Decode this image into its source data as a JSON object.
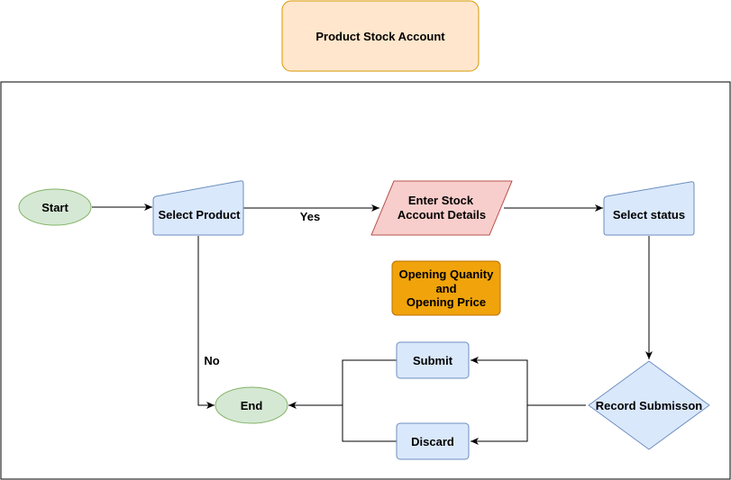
{
  "title": "Product Stock Account",
  "nodes": {
    "start": "Start",
    "select_product": "Select Product",
    "enter_details_line1": "Enter Stock",
    "enter_details_line2": "Account Details",
    "select_status": "Select status",
    "note_line1": "Opening Quanity",
    "note_line2": "and",
    "note_line3": "Opening Price",
    "record_submission": "Record Submisson",
    "submit": "Submit",
    "discard": "Discard",
    "end": "End"
  },
  "edge_labels": {
    "yes": "Yes",
    "no": "No"
  },
  "colors": {
    "title_fill": "#ffe6cc",
    "title_stroke": "#d79b00",
    "blue_fill": "#dae8fc",
    "blue_stroke": "#6c8ebf",
    "green_fill": "#d5e8d4",
    "green_stroke": "#82b366",
    "red_fill": "#f8cecc",
    "red_stroke": "#b85450",
    "orange_fill": "#f0a30a",
    "orange_stroke": "#bd7000"
  }
}
